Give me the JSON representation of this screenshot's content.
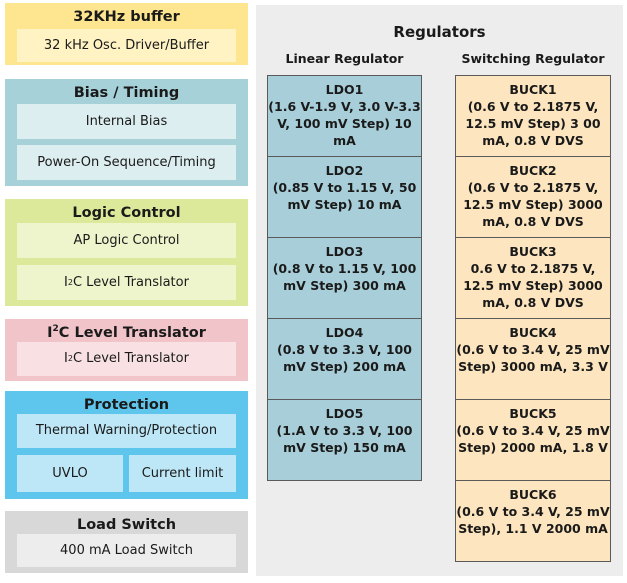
{
  "blocks": {
    "buffer": {
      "title": "32KHz buffer",
      "items": [
        "32 kHz Osc. Driver/Buffer"
      ],
      "color": "#fde68f"
    },
    "bias": {
      "title": "Bias / Timing",
      "items": [
        "Internal Bias",
        "Power-On Sequence/Timing"
      ],
      "color": "#a6d1d8"
    },
    "logic": {
      "title": "Logic Control",
      "items": [
        "AP Logic Control",
        "I",
        "2",
        "C Level Translator"
      ],
      "color": "#dde99a"
    },
    "i2c": {
      "title_a": "I",
      "title_sup": "2",
      "title_b": "C Level Translator",
      "item_a": "I",
      "item_sup": "2",
      "item_b": "C Level Translator",
      "color": "#f0c4c8"
    },
    "protection": {
      "title": "Protection",
      "items": [
        "Thermal Warning/Protection",
        "UVLO",
        "Current limit"
      ],
      "color": "#5ec6ec"
    },
    "load_switch": {
      "title": "Load Switch",
      "items": [
        "400 mA Load Switch"
      ],
      "color": "#d8d8d8"
    }
  },
  "regulators": {
    "title": "Regulators",
    "linear_title": "Linear Regulator",
    "switching_title": "Switching Regulator",
    "ldo": [
      {
        "name": "LDO1",
        "desc": "(1.6 V-1.9 V, 3.0 V-3.3 V, 100 mV Step) 10 mA"
      },
      {
        "name": "LDO2",
        "desc": "(0.85 V to 1.15 V, 50 mV Step) 10 mA"
      },
      {
        "name": "LDO3",
        "desc": "(0.8 V to 1.15 V, 100 mV Step) 300 mA"
      },
      {
        "name": "LDO4",
        "desc": "(0.8 V to 3.3 V, 100 mV Step) 200 mA"
      },
      {
        "name": "LDO5",
        "desc": "(1.A V to 3.3 V, 100 mV Step) 150 mA"
      }
    ],
    "buck": [
      {
        "name": "BUCK1",
        "desc": "(0.6 V to 2.1875 V, 12.5 mV Step) 3 00 mA, 0.8 V DVS"
      },
      {
        "name": "BUCK2",
        "desc": "(0.6 V to 2.1875 V, 12.5 mV Step) 3000 mA, 0.8 V DVS"
      },
      {
        "name": "BUCK3",
        "desc": "0.6 V to 2.1875 V, 12.5 mV Step) 3000 mA, 0.8 V DVS"
      },
      {
        "name": "BUCK4",
        "desc": "(0.6 V to 3.4 V, 25 mV Step) 3000 mA, 3.3 V"
      },
      {
        "name": "BUCK5",
        "desc": "(0.6 V to 3.4 V, 25 mV Step) 2000 mA, 1.8 V"
      },
      {
        "name": "BUCK6",
        "desc": "(0.6 V to 3.4 V, 25 mV Step), 1.1 V 2000 mA"
      }
    ],
    "ldo_color": "#a8cfd9",
    "buck_color": "#fde6bf"
  }
}
